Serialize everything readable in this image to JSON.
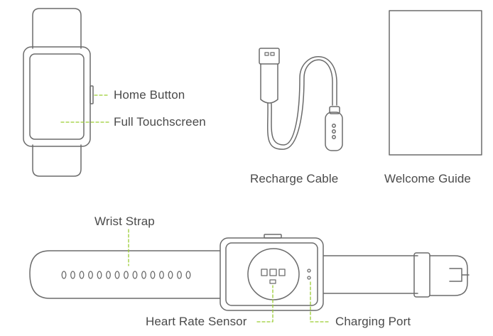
{
  "labels": {
    "home_button": "Home Button",
    "full_touchscreen": "Full Touchscreen",
    "recharge_cable": "Recharge Cable",
    "welcome_guide": "Welcome Guide",
    "wrist_strap": "Wrist Strap",
    "heart_rate_sensor": "Heart Rate Sensor",
    "charging_port": "Charging Port"
  },
  "colors": {
    "outline": "#6b6b6b",
    "leader": "#9acd32",
    "text": "#4a4a4a"
  }
}
